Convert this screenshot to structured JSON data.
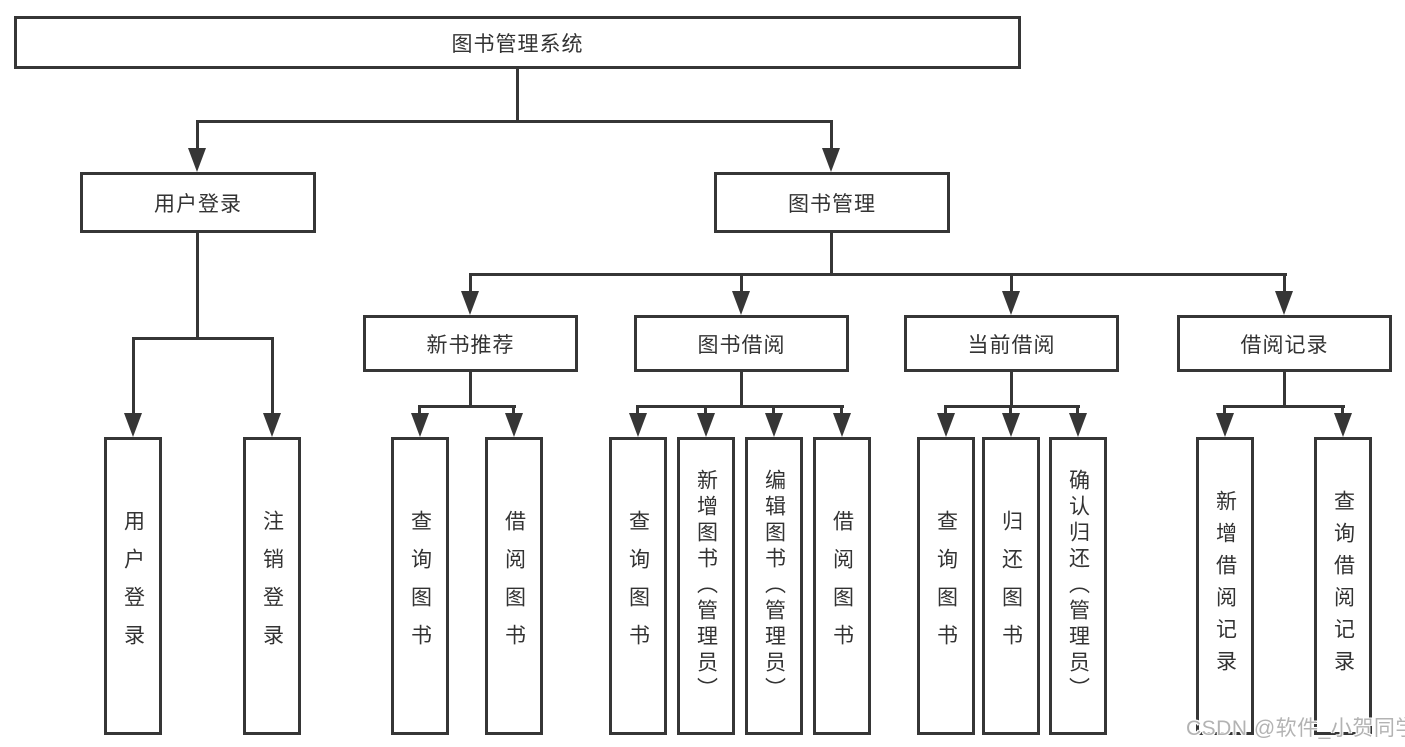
{
  "diagram_title": "图书管理系统",
  "watermark": "CSDN @软件_小贺同学",
  "colors": {
    "line": "#363636",
    "text": "#333333",
    "background": "#ffffff",
    "watermark": "#b3b3b3"
  },
  "nodes": {
    "root": "图书管理系统",
    "level2": {
      "user_login": "用户登录",
      "book_mgmt": "图书管理"
    },
    "level3": {
      "new_book_rec": "新书推荐",
      "book_borrow": "图书借阅",
      "current_borrow": "当前借阅",
      "borrow_record": "借阅记录"
    },
    "user_login_children": [
      "用户登录",
      "注销登录"
    ],
    "new_book_rec_children": [
      "查询图书",
      "借阅图书"
    ],
    "book_borrow_children": [
      "查询图书",
      "新增图书（管理员）",
      "编辑图书（管理员）",
      "借阅图书"
    ],
    "current_borrow_children": [
      "查询图书",
      "归还图书",
      "确认归还（管理员）"
    ],
    "borrow_record_children": [
      "新增借阅记录",
      "查询借阅记录"
    ]
  }
}
